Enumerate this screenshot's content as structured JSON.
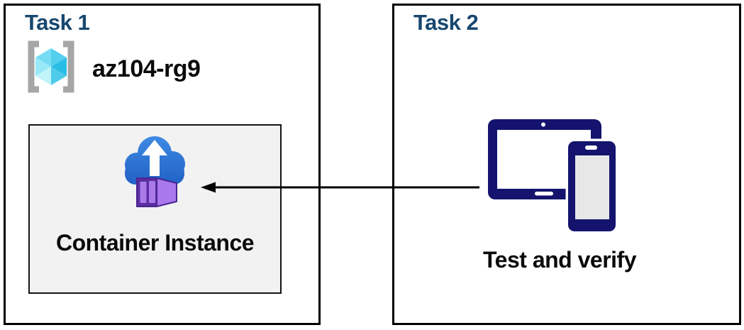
{
  "task1": {
    "title": "Task 1",
    "resource_group": {
      "name": "az104-rg9"
    },
    "container_instance": {
      "label": "Container Instance"
    }
  },
  "task2": {
    "title": "Task 2",
    "devices": {
      "label": "Test and verify"
    }
  },
  "arrow": {
    "from": "task2-devices",
    "to": "container-instance",
    "direction": "left"
  },
  "icons": {
    "resource_group": "azure-resource-group-icon",
    "container_instance": "azure-container-instances-icon",
    "devices": "tablet-and-phone-icon",
    "arrow": "left-arrow-connector"
  },
  "colors": {
    "task_title_blue": "#17476F",
    "box_border": "#000000",
    "container_box_bg": "#F2F2F2",
    "device_navy": "#14146E",
    "device_screen_gray": "#E7E7E7",
    "cloud_blue_top": "#3E8AE3",
    "cloud_blue_bottom": "#2161C6",
    "container_purple_front": "#5B2FA3",
    "container_purple_side": "#A878EC",
    "container_purple_outline": "#4B2590",
    "cube_top_left": "#76DCF3",
    "cube_top_right": "#55CFEE",
    "cube_left_upper": "#9AE9F8",
    "cube_left_lower": "#BFF4FB",
    "cube_right_upper": "#27BDE5",
    "cube_right_lower": "#4ECBEA",
    "bracket_gray": "#A6A6A6",
    "text_black": "#0A0A0A"
  }
}
